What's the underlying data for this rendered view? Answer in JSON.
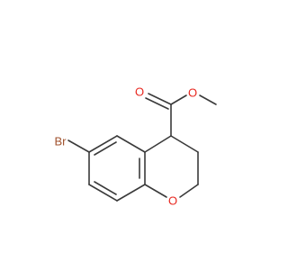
{
  "molecule": {
    "atoms": {
      "bromine": {
        "label": "Br",
        "color": "#a0522d"
      },
      "ring_oxygen": {
        "label": "O",
        "color": "#e8261e"
      },
      "carbonyl_oxygen": {
        "label": "O",
        "color": "#e8261e"
      },
      "ester_oxygen": {
        "label": "O",
        "color": "#e8261e"
      }
    },
    "bond_color": "#3a3a3a"
  }
}
